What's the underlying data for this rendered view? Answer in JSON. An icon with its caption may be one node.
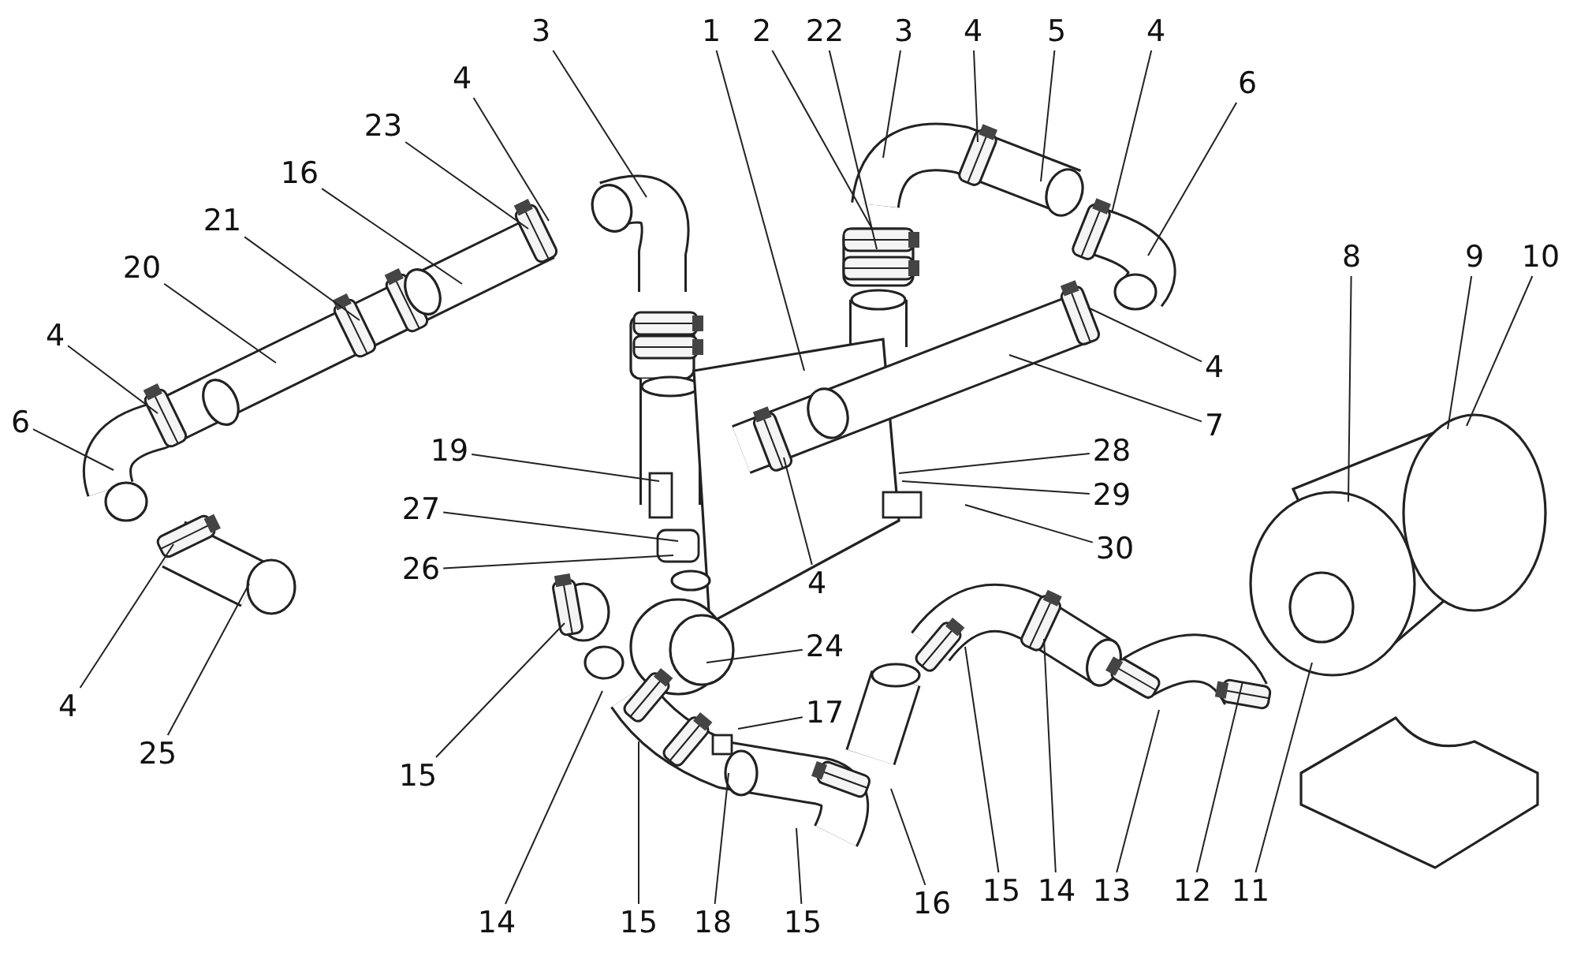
{
  "diagram": {
    "nodes": [
      {
        "text": [
          "3"
        ]
      },
      {
        "text": [
          "1"
        ]
      },
      {
        "text": [
          "2"
        ]
      },
      {
        "text": [
          "22"
        ]
      },
      {
        "text": [
          "3"
        ]
      },
      {
        "text": [
          "4"
        ]
      },
      {
        "text": [
          "5"
        ]
      },
      {
        "text": [
          "4"
        ]
      },
      {
        "text": [
          "6"
        ]
      },
      {
        "text": [
          "4"
        ]
      },
      {
        "text": [
          "23"
        ]
      },
      {
        "text": [
          "16"
        ]
      },
      {
        "text": [
          "21"
        ]
      },
      {
        "text": [
          "20"
        ]
      },
      {
        "text": [
          "4"
        ]
      },
      {
        "text": [
          "6"
        ]
      },
      {
        "text": [
          "8"
        ]
      },
      {
        "text": [
          "9"
        ]
      },
      {
        "text": [
          "10"
        ]
      },
      {
        "text": [
          "4"
        ]
      },
      {
        "text": [
          "7"
        ]
      },
      {
        "text": [
          "19"
        ]
      },
      {
        "text": [
          "28"
        ]
      },
      {
        "text": [
          "27"
        ]
      },
      {
        "text": [
          "29"
        ]
      },
      {
        "text": [
          "26"
        ]
      },
      {
        "text": [
          "30"
        ]
      },
      {
        "text": [
          "4"
        ]
      },
      {
        "text": [
          "24"
        ]
      },
      {
        "text": [
          "4"
        ]
      },
      {
        "text": [
          "25"
        ]
      },
      {
        "text": [
          "17"
        ]
      },
      {
        "text": [
          "15"
        ]
      },
      {
        "text": [
          "14"
        ]
      },
      {
        "text": [
          "15"
        ]
      },
      {
        "text": [
          "18"
        ]
      },
      {
        "text": [
          "15"
        ]
      },
      {
        "text": [
          "16"
        ]
      },
      {
        "text": [
          "15"
        ]
      },
      {
        "text": [
          "14"
        ]
      },
      {
        "text": [
          "13"
        ]
      },
      {
        "text": [
          "12"
        ]
      },
      {
        "text": [
          "11"
        ]
      }
    ],
    "edges": [
      {
        "from": 0,
        "to": null,
        "arrow": "none"
      },
      {
        "from": 1,
        "to": null,
        "arrow": "none"
      },
      {
        "from": 2,
        "to": null,
        "arrow": "none"
      },
      {
        "from": 3,
        "to": null,
        "arrow": "none"
      },
      {
        "from": 4,
        "to": null,
        "arrow": "none"
      },
      {
        "from": 5,
        "to": null,
        "arrow": "none"
      },
      {
        "from": 6,
        "to": null,
        "arrow": "none"
      },
      {
        "from": 7,
        "to": null,
        "arrow": "none"
      },
      {
        "from": 8,
        "to": null,
        "arrow": "none"
      },
      {
        "from": 9,
        "to": null,
        "arrow": "none"
      },
      {
        "from": 10,
        "to": null,
        "arrow": "none"
      },
      {
        "from": 11,
        "to": null,
        "arrow": "none"
      },
      {
        "from": 12,
        "to": null,
        "arrow": "none"
      },
      {
        "from": 13,
        "to": null,
        "arrow": "none"
      },
      {
        "from": 14,
        "to": null,
        "arrow": "none"
      },
      {
        "from": 15,
        "to": null,
        "arrow": "none"
      },
      {
        "from": 16,
        "to": null,
        "arrow": "none"
      },
      {
        "from": 17,
        "to": null,
        "arrow": "none"
      },
      {
        "from": 18,
        "to": null,
        "arrow": "none"
      },
      {
        "from": 19,
        "to": null,
        "arrow": "none"
      },
      {
        "from": 20,
        "to": null,
        "arrow": "none"
      },
      {
        "from": 21,
        "to": null,
        "arrow": "none"
      },
      {
        "from": 22,
        "to": null,
        "arrow": "none"
      },
      {
        "from": 23,
        "to": null,
        "arrow": "none"
      },
      {
        "from": 24,
        "to": null,
        "arrow": "none"
      },
      {
        "from": 25,
        "to": null,
        "arrow": "none"
      },
      {
        "from": 26,
        "to": null,
        "arrow": "none"
      },
      {
        "from": 27,
        "to": null,
        "arrow": "none"
      },
      {
        "from": 28,
        "to": null,
        "arrow": "none"
      },
      {
        "from": 29,
        "to": null,
        "arrow": "none"
      },
      {
        "from": 30,
        "to": null,
        "arrow": "none"
      },
      {
        "from": 31,
        "to": null,
        "arrow": "none"
      },
      {
        "from": 32,
        "to": null,
        "arrow": "none"
      },
      {
        "from": 33,
        "to": null,
        "arrow": "none"
      },
      {
        "from": 34,
        "to": null,
        "arrow": "none"
      },
      {
        "from": 35,
        "to": null,
        "arrow": "none"
      },
      {
        "from": 36,
        "to": null,
        "arrow": "none"
      },
      {
        "from": 37,
        "to": null,
        "arrow": "none"
      },
      {
        "from": 38,
        "to": null,
        "arrow": "none"
      },
      {
        "from": 39,
        "to": null,
        "arrow": "none"
      },
      {
        "from": 40,
        "to": null,
        "arrow": "none"
      },
      {
        "from": 41,
        "to": null,
        "arrow": "none"
      },
      {
        "from": 42,
        "to": null,
        "arrow": "none"
      }
    ]
  }
}
